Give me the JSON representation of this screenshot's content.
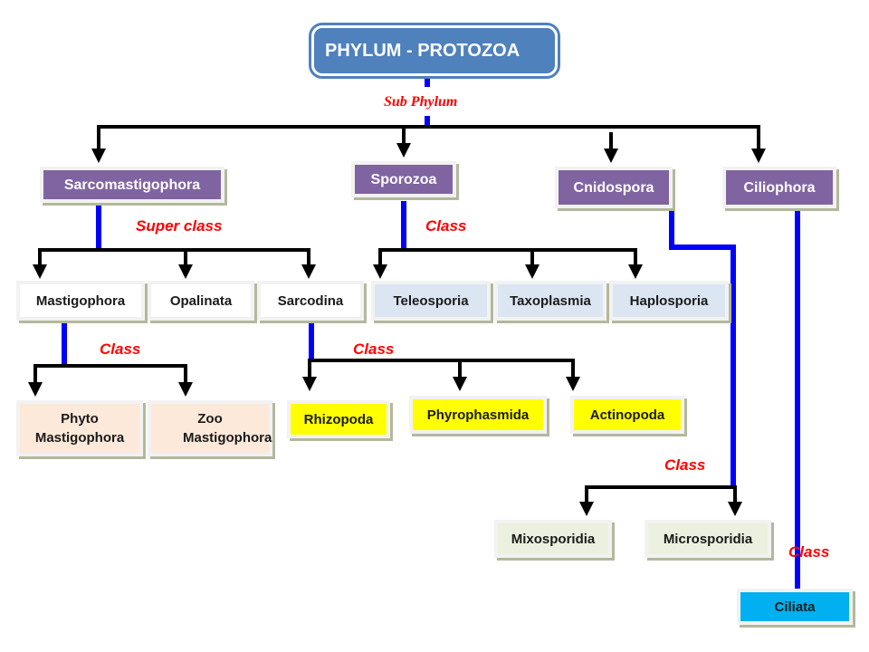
{
  "root": {
    "label": "PHYLUM - PROTOZOA",
    "color": "#4f81bd"
  },
  "labels": {
    "sub_phylum": "Sub Phylum",
    "super_class": "Super class",
    "class_sporozoa": "Class",
    "class_mastigophora": "Class",
    "class_sarcodina": "Class",
    "class_cnidospora": "Class",
    "class_ciliophora": "Class"
  },
  "sub_phyla": [
    {
      "id": "sarcomastigophora",
      "label": "Sarcomastigophora"
    },
    {
      "id": "sporozoa",
      "label": "Sporozoa"
    },
    {
      "id": "cnidospora",
      "label": "Cnidospora"
    },
    {
      "id": "ciliophora",
      "label": "Ciliophora"
    }
  ],
  "super_classes": [
    {
      "id": "mastigophora",
      "label": "Mastigophora"
    },
    {
      "id": "opalinata",
      "label": "Opalinata"
    },
    {
      "id": "sarcodina",
      "label": "Sarcodina"
    }
  ],
  "sporozoa_classes": [
    {
      "id": "teleosporia",
      "label": "Teleosporia"
    },
    {
      "id": "taxoplasmia",
      "label": "Taxoplasmia"
    },
    {
      "id": "haplosporia",
      "label": "Haplosporia"
    }
  ],
  "mastigophora_classes": [
    {
      "id": "phyto",
      "label": "Phyto Mastigophora"
    },
    {
      "id": "zoo",
      "label": "Zoo Mastigophora"
    }
  ],
  "sarcodina_classes": [
    {
      "id": "rhizopoda",
      "label": "Rhizopoda"
    },
    {
      "id": "phyrophasmida",
      "label": "Phyrophasmida"
    },
    {
      "id": "actinopoda",
      "label": "Actinopoda"
    }
  ],
  "cnidospora_classes": [
    {
      "id": "mixosporidia",
      "label": "Mixosporidia"
    },
    {
      "id": "microsporidia",
      "label": "Microsporidia"
    }
  ],
  "ciliophora_classes": [
    {
      "id": "ciliata",
      "label": "Ciliata"
    }
  ],
  "colors": {
    "connector_blue": "#0000ff",
    "connector_black": "#000000",
    "label_red": "#ff0000",
    "sub_phylum_fill": "#8064a2",
    "sporozoa_class_fill": "#dce6f2",
    "mastigophora_class_fill": "#fde9d9",
    "sarcodina_class_fill": "#ffff00",
    "cnidospora_class_fill": "#ebf1de",
    "ciliophora_class_fill": "#00b0f0"
  }
}
